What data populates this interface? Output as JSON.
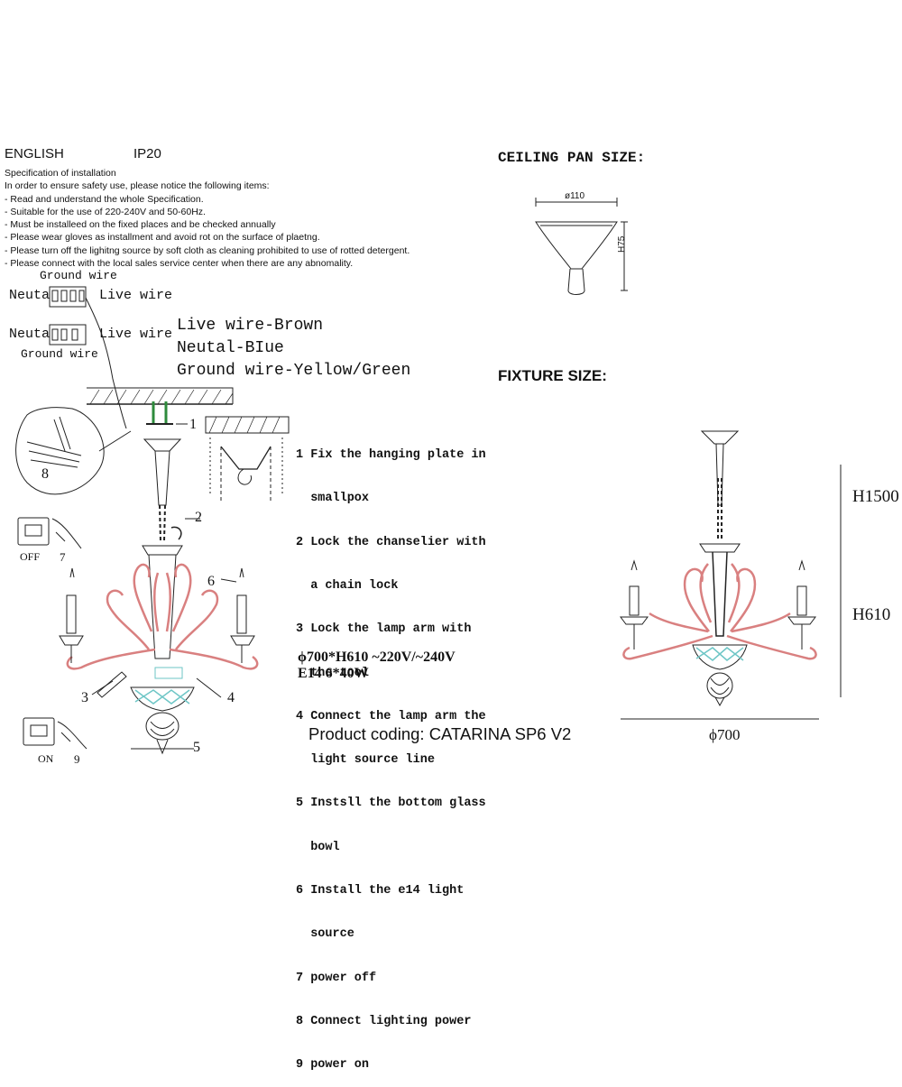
{
  "header": {
    "language": "ENGLISH",
    "ip_rating": "IP20"
  },
  "specification": {
    "title": "Specification of installation",
    "intro": "In order to ensure safety use, please notice the following items:",
    "items": [
      "- Read and understand the whole Specification.",
      "- Suitable for the use of 220-240V and 50-60Hz.",
      "- Must be installeed on the fixed places and be checked annually",
      "- Please wear gloves as installment and avoid rot on the surface of plaetng.",
      "- Please turn off the lighitng source by soft cloth as cleaning prohibited to use of rotted detergent.",
      "- Please connect with the local sales service center when there are any abnomality."
    ]
  },
  "wiring": {
    "ground_top": "Ground wire",
    "neutral_top": "Neuta",
    "live_top": "Live wire",
    "neutral_bottom": "Neuta",
    "live_bottom": "Live wire",
    "ground_bottom": "Ground wire"
  },
  "wire_legend": [
    "Live wire-Brown",
    "Neutal-BIue",
    "Ground wire-Yellow/Green"
  ],
  "steps": [
    "1 Fix the hanging plate in",
    "  smallpox",
    "2 Lock the chanselier with",
    "  a chain lock",
    "3 Lock the lamp arm with",
    "  the tool",
    "4 Connect the lamp arm the",
    "  light source line",
    "5 Instsll the bottom glass",
    "  bowl",
    "6 Install the e14 light",
    "  source",
    "7 power off",
    "8 Connect lighting power",
    "9 power on"
  ],
  "specs_line1": "ϕ700*H610 ~220V/~240V",
  "specs_line2": "E14 6*40W",
  "product_coding": "Product coding: CATARINA SP6 V2",
  "ceiling_pan": {
    "title": "CEILING PAN SIZE:",
    "diameter": "ø110",
    "height": "H75"
  },
  "fixture": {
    "title": "FIXTURE SIZE:",
    "h_total": "H1500",
    "h_body": "H610",
    "diameter": "ϕ700"
  },
  "callouts": {
    "n1": "1",
    "n2": "2",
    "n3": "3",
    "n4": "4",
    "n5": "5",
    "n6": "6",
    "n7": "7",
    "n8": "8",
    "n9": "9",
    "off": "OFF",
    "on": "ON"
  },
  "colors": {
    "arm": "#d98080",
    "glass": "#6ec6c6",
    "line": "#222222",
    "wire_green": "#2e8b3c"
  }
}
